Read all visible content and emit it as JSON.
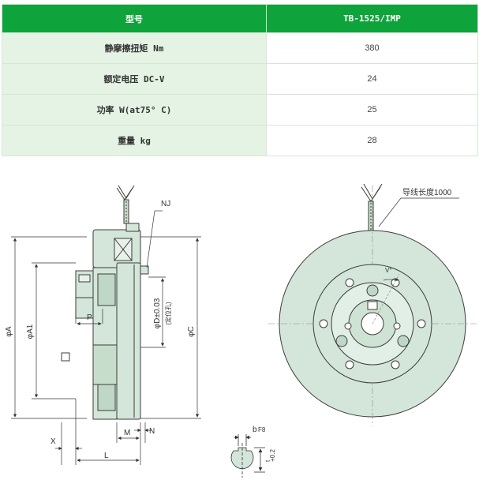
{
  "table": {
    "header": {
      "col1": "型号",
      "col2": "TB-1525/IMP"
    },
    "rows": [
      {
        "label": "静摩擦扭矩 Nm",
        "value": "380"
      },
      {
        "label": "额定电压 DC-V",
        "value": "24"
      },
      {
        "label": "功率 W(at75° C)",
        "value": "25"
      },
      {
        "label": "重量 kg",
        "value": "28"
      }
    ]
  },
  "drawing": {
    "side_labels": {
      "nj": "NJ",
      "phi_a": "φA",
      "phi_a1": "φA1",
      "p": "P",
      "phi_d": "φD±0.03",
      "phi_d_note": "(定位孔)",
      "phi_c": "φC",
      "x": "X",
      "m": "M",
      "n": "N",
      "l": "L"
    },
    "keyway_labels": {
      "b": "b",
      "b_tol": "F8",
      "t": "t",
      "t_tol": "+0.2",
      "t_tol2": "0"
    },
    "front_labels": {
      "lead_wire": "导线长度1000",
      "v": "V°"
    },
    "colors": {
      "part_fill": "#d3e6d9",
      "part_stroke": "#3c3c3c",
      "header_green": "#0fa33b",
      "label_green": "#e4f3e4"
    }
  }
}
